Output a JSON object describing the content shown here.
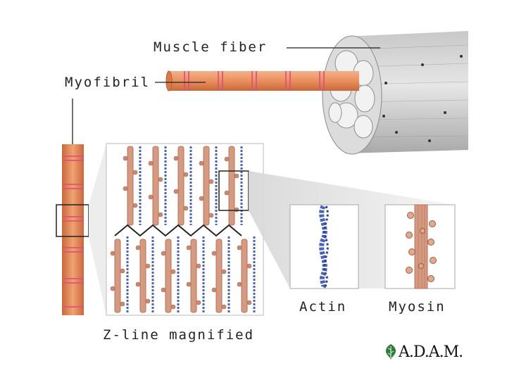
{
  "labels": {
    "muscle_fiber": "Muscle fiber",
    "myofibril": "Myofibril",
    "actin": "Actin",
    "myosin": "Myosin",
    "z_line": "Z-line magnified"
  },
  "logo": {
    "text": "A.D.A.M."
  },
  "colors": {
    "myofibril_orange": "#e98f5e",
    "band_pink": "#e0507a",
    "myosin_tan": "#d59a82",
    "actin_blue": "#4a63b5",
    "fiber_gray": "#cfcfcf",
    "logo_green": "#2f7d3a"
  }
}
